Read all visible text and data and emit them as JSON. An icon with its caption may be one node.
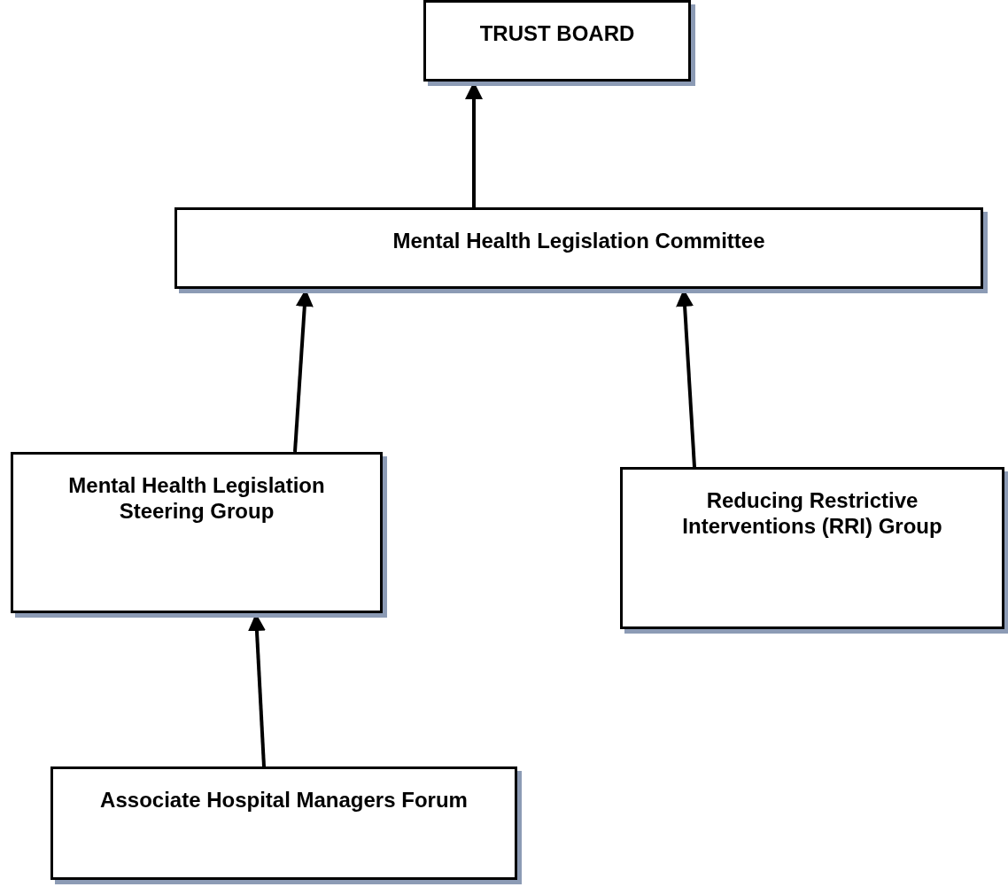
{
  "diagram": {
    "nodes": [
      {
        "text": [
          "TRUST BOARD"
        ]
      },
      {
        "text": [
          "Mental Health Legislation Committee"
        ]
      },
      {
        "text": [
          "Mental Health Legislation Steering Group"
        ]
      },
      {
        "text": [
          "Reducing Restrictive Interventions (RRI) Group"
        ]
      },
      {
        "text": [
          "Associate Hospital Managers Forum"
        ]
      }
    ],
    "edges": [
      {
        "from": 1,
        "to": 0,
        "arrow": "to"
      },
      {
        "from": 2,
        "to": 1,
        "arrow": "to"
      },
      {
        "from": 3,
        "to": 1,
        "arrow": "to"
      },
      {
        "from": 4,
        "to": 2,
        "arrow": "to"
      }
    ]
  }
}
